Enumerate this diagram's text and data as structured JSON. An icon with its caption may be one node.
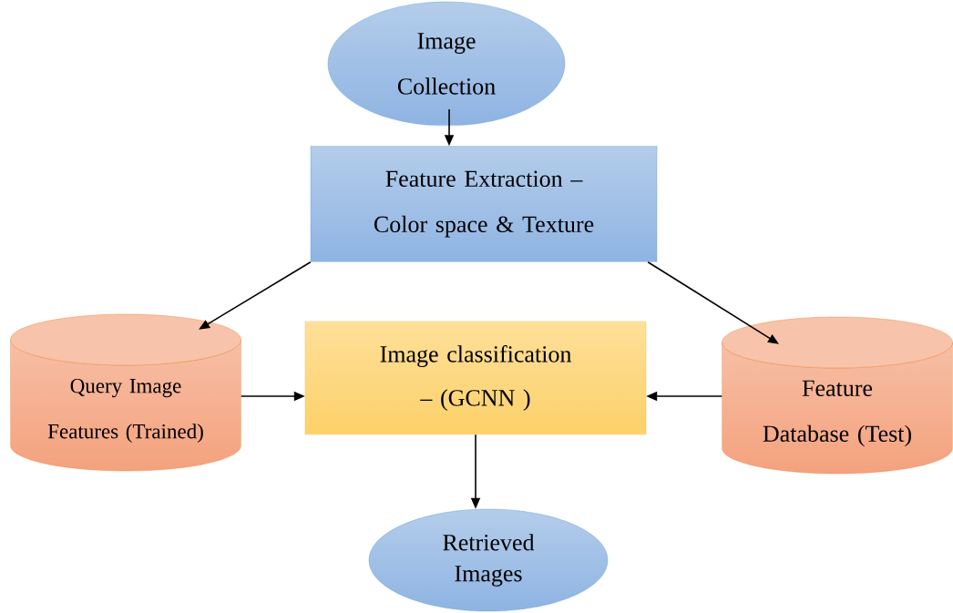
{
  "diagram": {
    "nodes": [
      {
        "text": [
          "Image Collection"
        ]
      },
      {
        "text": [
          "Feature Extraction – Color space & Texture"
        ]
      },
      {
        "text": [
          "Query Image Features (Trained)"
        ]
      },
      {
        "text": [
          "Image classification – (GCNN )"
        ]
      },
      {
        "text": [
          "Feature Database (Test)"
        ]
      },
      {
        "text": [
          "Retrieved Images"
        ]
      }
    ],
    "edges": [
      {
        "from": 0,
        "to": 1,
        "arrow": "to"
      },
      {
        "from": 1,
        "to": 2,
        "arrow": "to"
      },
      {
        "from": 1,
        "to": 4,
        "arrow": "to"
      },
      {
        "from": 2,
        "to": 3,
        "arrow": "to"
      },
      {
        "from": 4,
        "to": 3,
        "arrow": "to"
      },
      {
        "from": 3,
        "to": 5,
        "arrow": "to"
      }
    ]
  }
}
